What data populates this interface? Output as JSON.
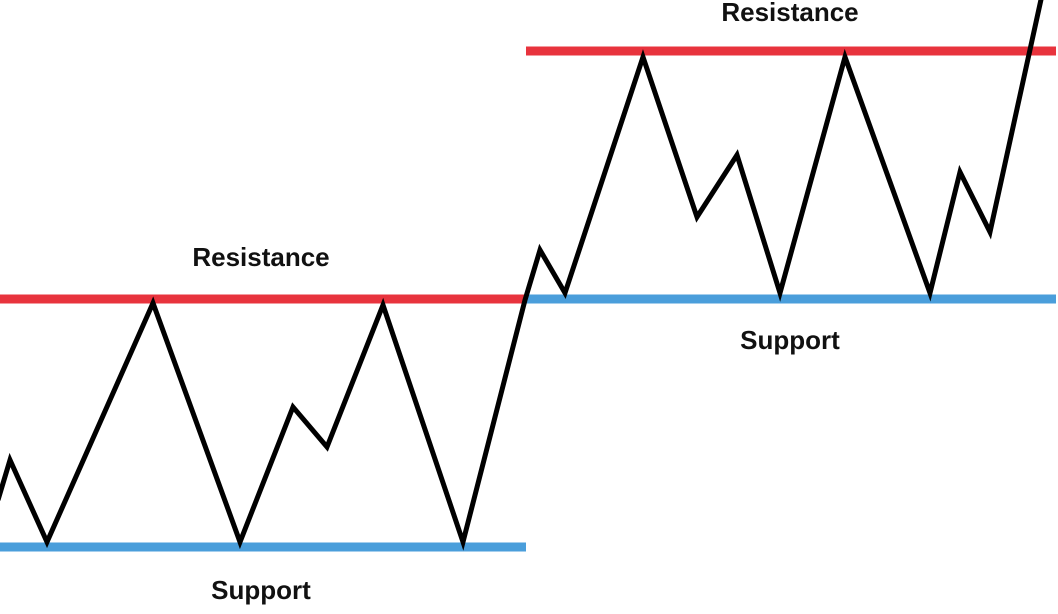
{
  "labels": {
    "resistance_left": "Resistance",
    "support_left": "Support",
    "resistance_right": "Resistance",
    "support_right": "Support"
  },
  "colors": {
    "resistance": "#e8333d",
    "support": "#4a9edb",
    "price": "#000000"
  }
}
